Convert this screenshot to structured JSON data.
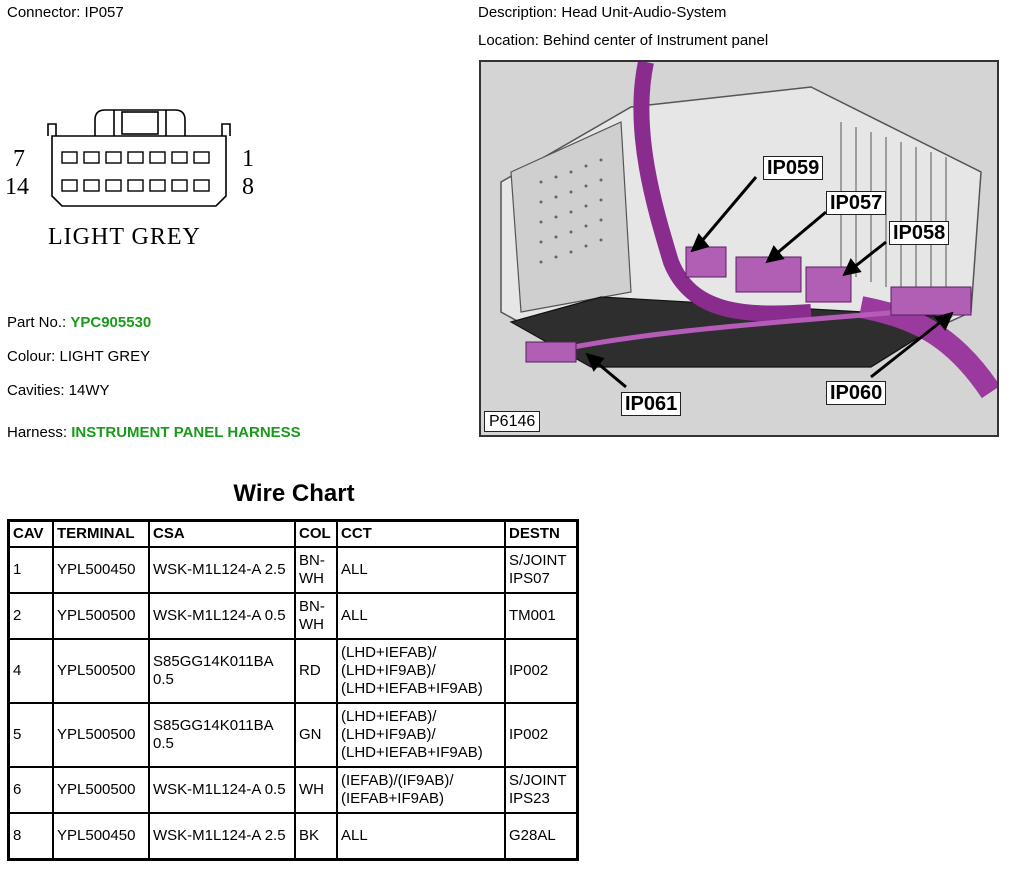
{
  "header": {
    "connector": "Connector: IP057",
    "description": "Description: Head Unit-Audio-System",
    "location": "Location: Behind center of Instrument panel"
  },
  "connector_diagram": {
    "pin_top_left": "7",
    "pin_bottom_left": "14",
    "pin_top_right": "1",
    "pin_bottom_right": "8",
    "colour_label": "LIGHT GREY"
  },
  "details": {
    "part_no_label": "Part No.:",
    "part_no_value": "YPC905530",
    "colour": "Colour: LIGHT GREY",
    "cavities": "Cavities: 14WY",
    "harness_label": "Harness:",
    "harness_value": "INSTRUMENT PANEL HARNESS"
  },
  "photo": {
    "callouts": [
      "IP059",
      "IP057",
      "IP058",
      "IP061",
      "IP060"
    ],
    "code": "P6146"
  },
  "wire_chart": {
    "title": "Wire Chart",
    "headers": [
      "CAV",
      "TERMINAL",
      "CSA",
      "COL",
      "CCT",
      "DESTN"
    ],
    "rows": [
      [
        "1",
        "YPL500450",
        "WSK-M1L124-A 2.5",
        "BN-WH",
        "ALL",
        "S/JOINT IPS07"
      ],
      [
        "2",
        "YPL500500",
        "WSK-M1L124-A 0.5",
        "BN-WH",
        "ALL",
        "TM001"
      ],
      [
        "4",
        "YPL500500",
        "S85GG14K011BA 0.5",
        "RD",
        "(LHD+IEFAB)/ (LHD+IF9AB)/ (LHD+IEFAB+IF9AB)",
        "IP002"
      ],
      [
        "5",
        "YPL500500",
        "S85GG14K011BA 0.5",
        "GN",
        "(LHD+IEFAB)/ (LHD+IF9AB)/ (LHD+IEFAB+IF9AB)",
        "IP002"
      ],
      [
        "6",
        "YPL500500",
        "WSK-M1L124-A 0.5",
        "WH",
        "(IEFAB)/(IF9AB)/ (IEFAB+IF9AB)",
        "S/JOINT IPS23"
      ],
      [
        "8",
        "YPL500450",
        "WSK-M1L124-A 2.5",
        "BK",
        "ALL",
        "G28AL"
      ]
    ]
  }
}
